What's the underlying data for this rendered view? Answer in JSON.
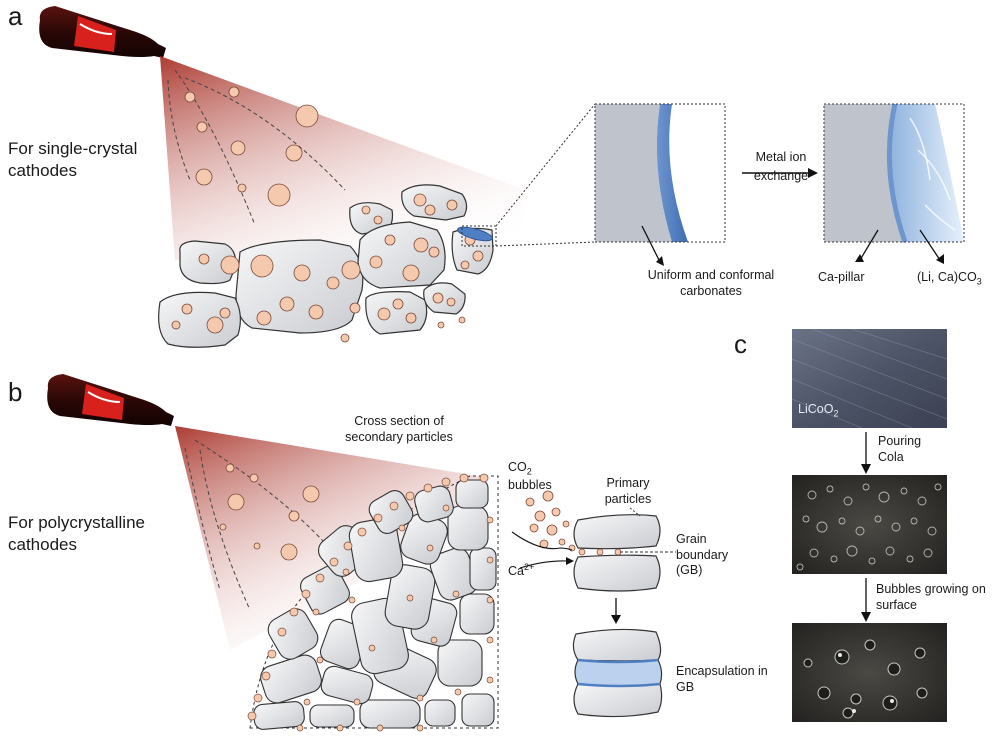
{
  "panels": {
    "a": {
      "letter": "a",
      "title": "For single-crystal cathodes",
      "arrow_label": "Metal ion exchange",
      "label_left": "Uniform and conformal carbonates",
      "label_pillar": "Ca-pillar",
      "label_carbonate_prefix": "(Li, Ca)CO",
      "label_carbonate_sub": "3"
    },
    "b": {
      "letter": "b",
      "title": "For polycrystalline cathodes",
      "cross_section": "Cross section of secondary particles",
      "co2_prefix": "CO",
      "co2_sub": "2",
      "co2_suffix": "bubbles",
      "primary": "Primary particles",
      "grain_boundary": "Grain boundary (GB)",
      "ca_prefix": "Ca",
      "ca_sup": "2+",
      "encapsulation": "Encapsulation in GB"
    },
    "c": {
      "letter": "c",
      "photo1_prefix": "LiCoO",
      "photo1_sub": "2",
      "step1": "Pouring Cola",
      "step2": "Bubbles growing on surface"
    }
  },
  "colors": {
    "cola_red": "#a83228",
    "particle_fill": "#f5c9ad",
    "coating_blue": "#4f7fc2",
    "cathode_gray": "#bfc4cc"
  }
}
